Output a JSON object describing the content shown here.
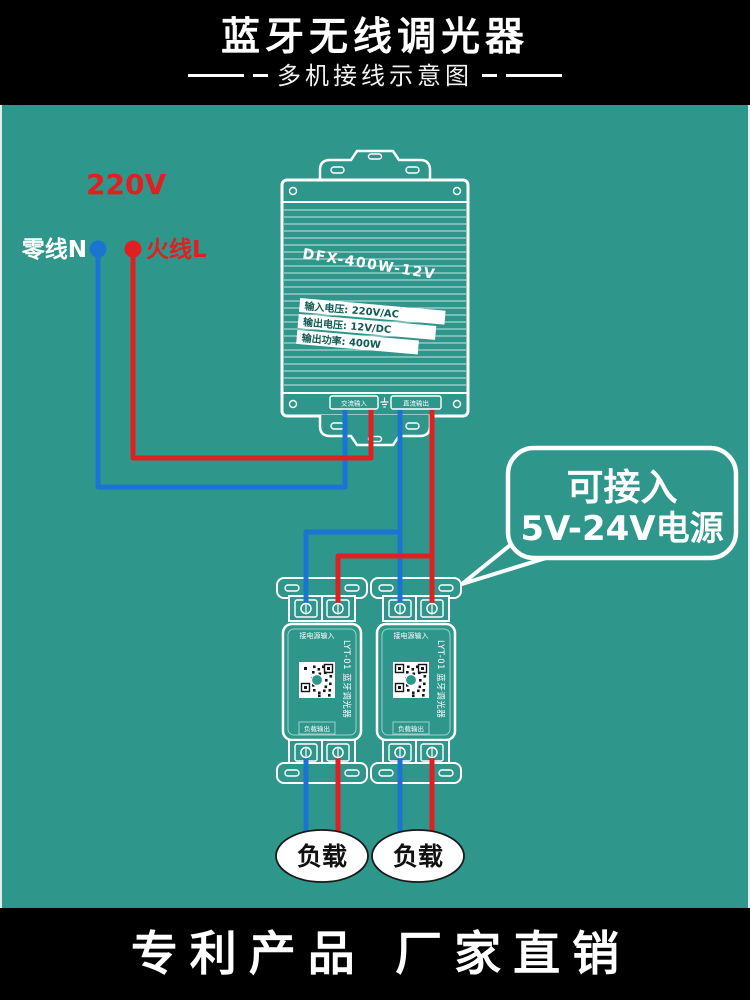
{
  "colors": {
    "background": "#2E968B",
    "banner": "#000000",
    "wire_blue": "#1B74D4",
    "wire_red": "#E02020",
    "outline_white": "#FFFFFF"
  },
  "header": {
    "title": "蓝牙无线调光器",
    "subtitle": "多机接线示意图"
  },
  "footer": {
    "slogan": "专利产品  厂家直销"
  },
  "input": {
    "voltage": "220V",
    "neutral_label": "零线N",
    "live_label": "火线L"
  },
  "psu": {
    "model": "DFX-400W-12V",
    "spec_lines": [
      "输入电压: 220V/AC",
      "输出电压: 12V/DC",
      "输出功率: 400W"
    ],
    "ac_terminal": "交流输入",
    "dc_terminal": "直流输出"
  },
  "note_bubble": {
    "line1": "可接入",
    "line2": "5V-24V电源"
  },
  "dimmers": [
    {
      "model_label": "LYT-01 蓝牙调光器",
      "top_label": "接电源输入",
      "bottom_label": "负载输出"
    },
    {
      "model_label": "LYT-01 蓝牙调光器",
      "top_label": "接电源输入",
      "bottom_label": "负载输出"
    }
  ],
  "loads": [
    {
      "label": "负载"
    },
    {
      "label": "负载"
    }
  ]
}
